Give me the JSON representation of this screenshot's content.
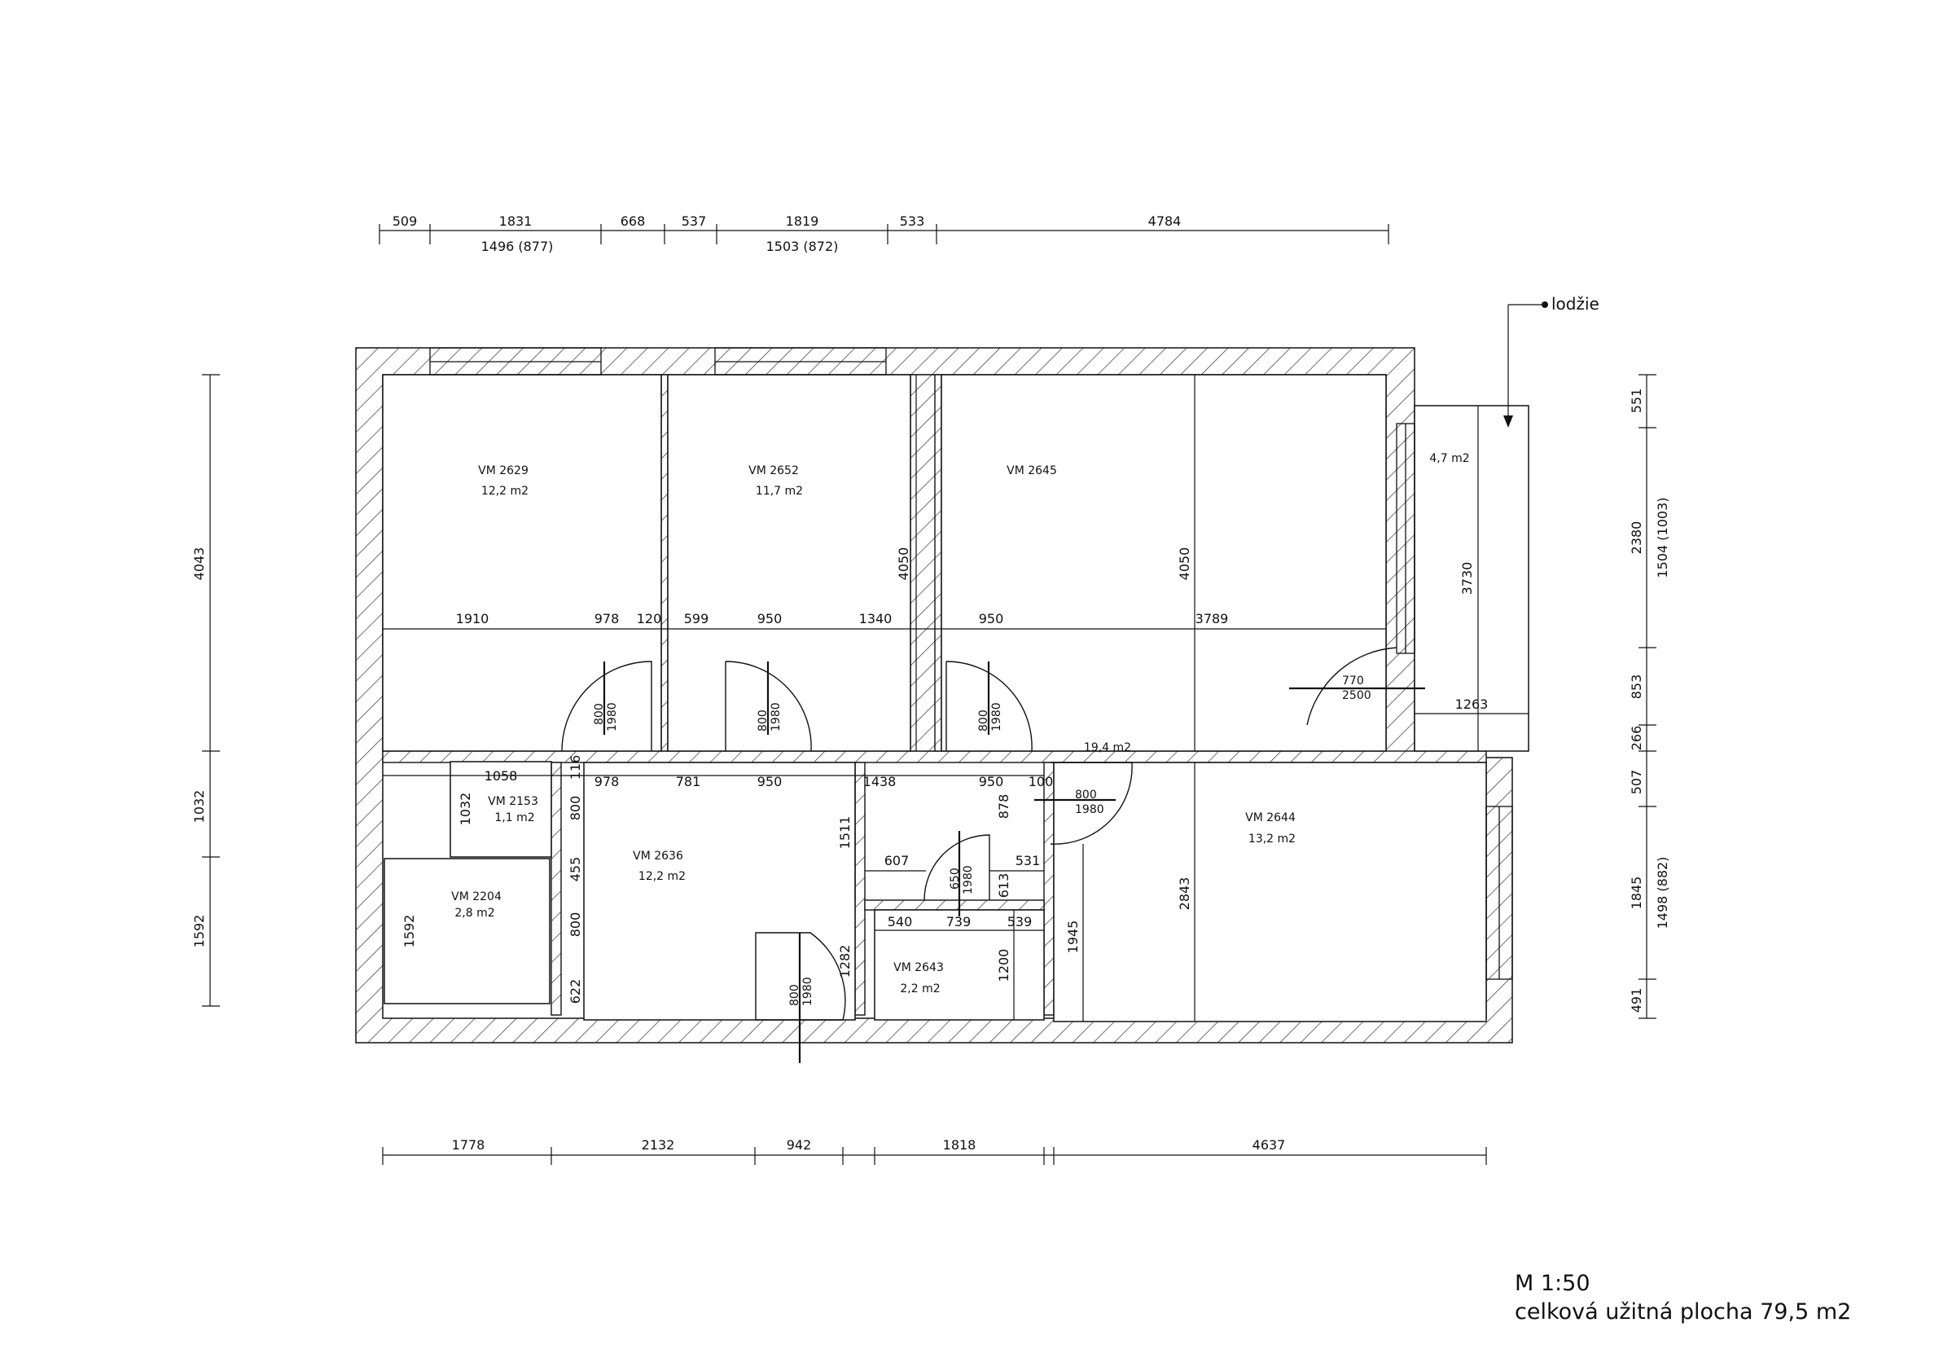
{
  "annotation": "lodžie",
  "scale": "M 1:50",
  "total_area": "celková užitná plocha 79,5 m2",
  "rooms": [
    {
      "id": "VM 2629",
      "area": "12,2 m2"
    },
    {
      "id": "VM 2652",
      "area": "11,7 m2"
    },
    {
      "id": "VM 2645",
      "area": ""
    },
    {
      "id": "",
      "area": "4,7 m2"
    },
    {
      "id": "VM 2153",
      "area": "1,1 m2"
    },
    {
      "id": "VM 2204",
      "area": "2,8 m2"
    },
    {
      "id": "VM 2636",
      "area": "12,2 m2"
    },
    {
      "id": "VM 2643",
      "area": "2,2 m2"
    },
    {
      "id": "VM 2644",
      "area": "13,2 m2"
    },
    {
      "id": "",
      "area": "19,4 m2"
    }
  ],
  "dimensions": {
    "top_row": [
      "509",
      "1831",
      "668",
      "537",
      "1819",
      "533",
      "4784"
    ],
    "top_sub": [
      "1496 (877)",
      "1503 (872)"
    ],
    "left_col": [
      "4043",
      "1032",
      "1592"
    ],
    "right_col": [
      "551",
      "2380",
      "853",
      "266",
      "507",
      "1845",
      "491"
    ],
    "right_sub": [
      "1504 (1003)",
      "1498 (882)"
    ],
    "bottom_row": [
      "1778",
      "2132",
      "942",
      "1818",
      "4637"
    ],
    "upper_chain": [
      "1910",
      "978",
      "120",
      "599",
      "950",
      "1340",
      "950",
      "3789"
    ],
    "middle_chain": [
      "978",
      "781",
      "950",
      "1438",
      "950",
      "100"
    ],
    "heights_upper": [
      "4050",
      "4050",
      "3730"
    ],
    "corridor_vertical": [
      "116",
      "800",
      "455",
      "800",
      "622"
    ],
    "misc": [
      "1058",
      "1032",
      "1592",
      "1263",
      "1511",
      "607",
      "531",
      "878",
      "613",
      "540",
      "739",
      "539",
      "1282",
      "1200",
      "1945",
      "2843"
    ],
    "doors": [
      {
        "w": "800",
        "h": "1980"
      },
      {
        "w": "800",
        "h": "1980"
      },
      {
        "w": "800",
        "h": "1980"
      },
      {
        "w": "800",
        "h": "1980"
      },
      {
        "w": "770",
        "h": "2500"
      },
      {
        "w": "650",
        "h": "1980"
      },
      {
        "w": "800",
        "h": "1980"
      }
    ]
  }
}
